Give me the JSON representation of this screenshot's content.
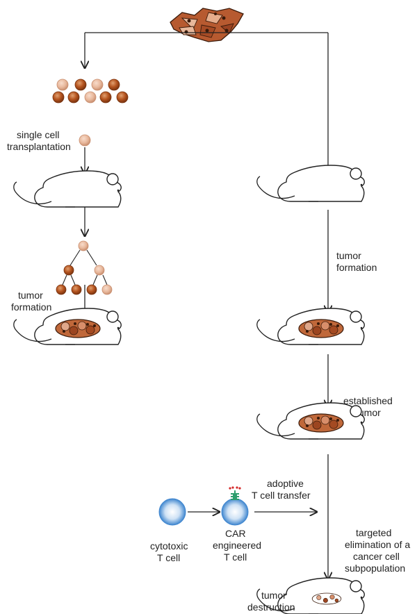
{
  "labels": {
    "single_cell": [
      "single cell",
      "transplantation"
    ],
    "tumor_formation_left": [
      "tumor",
      "formation"
    ],
    "tumor_formation_right": [
      "tumor",
      "formation"
    ],
    "established_tumor": [
      "established",
      "tumor"
    ],
    "adoptive_transfer": [
      "adoptive",
      "T cell transfer"
    ],
    "cytotoxic": [
      "cytotoxic",
      "T cell"
    ],
    "car": [
      "CAR",
      "engineered",
      "T cell"
    ],
    "targeted": [
      "targeted",
      "elimination of a",
      "cancer cell",
      "subpopulation"
    ],
    "destruction": [
      "tumor",
      "destruction"
    ]
  },
  "colors": {
    "dark_cell": "#b5541f",
    "light_cell": "#e8b89c",
    "tcell": "#6aa6dc",
    "receptor": "#2e9e6e",
    "antigen": "#d42a2a"
  }
}
